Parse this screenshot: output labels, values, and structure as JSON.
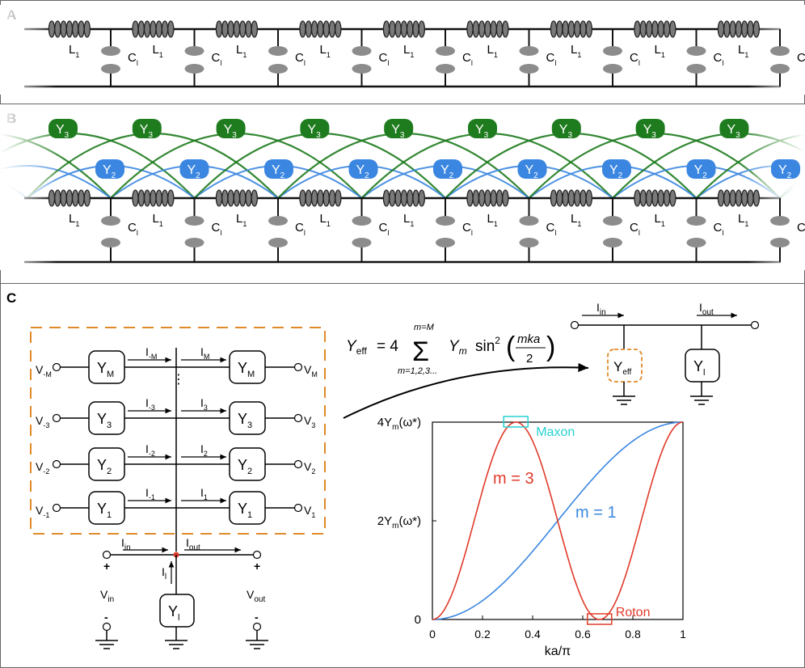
{
  "panels": {
    "a": {
      "label": "A"
    },
    "b": {
      "label": "B"
    },
    "c": {
      "label": "C"
    }
  },
  "components": {
    "inductor_main": "L",
    "inductor_sub": "1",
    "capacitor_main": "C",
    "capacitor_sub": "l",
    "y2_main": "Y",
    "y2_sub": "2",
    "y3_main": "Y",
    "y3_sub": "3"
  },
  "colors": {
    "green": "#1e7b1e",
    "blue": "#3a86e0",
    "orange": "#e08a2a",
    "red": "#e03a2a",
    "cyan": "#2ad1d1",
    "gray": "#888888"
  },
  "panel_c": {
    "nodes_left": [
      {
        "main": "V",
        "sub": "-M"
      },
      {
        "main": "V",
        "sub": "-3"
      },
      {
        "main": "V",
        "sub": "-2"
      },
      {
        "main": "V",
        "sub": "-1"
      }
    ],
    "nodes_right": [
      {
        "main": "V",
        "sub": "M"
      },
      {
        "main": "V",
        "sub": "3"
      },
      {
        "main": "V",
        "sub": "2"
      },
      {
        "main": "V",
        "sub": "1"
      }
    ],
    "boxes": [
      {
        "main": "Y",
        "sub": "M"
      },
      {
        "main": "Y",
        "sub": "3"
      },
      {
        "main": "Y",
        "sub": "2"
      },
      {
        "main": "Y",
        "sub": "1"
      }
    ],
    "currents_left": [
      {
        "main": "I",
        "sub": "-M"
      },
      {
        "main": "I",
        "sub": "-3"
      },
      {
        "main": "I",
        "sub": "-2"
      },
      {
        "main": "I",
        "sub": "-1"
      }
    ],
    "currents_right": [
      {
        "main": "I",
        "sub": "M"
      },
      {
        "main": "I",
        "sub": "3"
      },
      {
        "main": "I",
        "sub": "2"
      },
      {
        "main": "I",
        "sub": "1"
      }
    ],
    "dots": "⋮",
    "i_in": {
      "main": "I",
      "sub": "in"
    },
    "i_out": {
      "main": "I",
      "sub": "out"
    },
    "i_l": {
      "main": "I",
      "sub": "l"
    },
    "v_in": {
      "main": "V",
      "sub": "in"
    },
    "v_out": {
      "main": "V",
      "sub": "out"
    },
    "plus": "+",
    "minus": "-",
    "y_l": {
      "main": "Y",
      "sub": "l"
    },
    "y_eff": {
      "main": "Y",
      "sub": "eff"
    }
  },
  "equation": {
    "lhs_main": "Y",
    "lhs_sub": "eff",
    "eq": "= 4",
    "sum_top": "m=M",
    "sum_bottom": "m=1,2,3...",
    "sigma": "Σ",
    "term": "Y",
    "term_sub": "m",
    "sin": "sin",
    "sin_sup": "2",
    "frac_num": "mka",
    "frac_den": "2"
  },
  "chart_data": {
    "type": "line",
    "xlabel": "ka/π",
    "xlim": [
      0,
      1
    ],
    "ylim": [
      0,
      4
    ],
    "x_ticks": [
      "0",
      "0.2",
      "0.4",
      "0.6",
      "0.8",
      "1"
    ],
    "y_ticks": [
      {
        "value": 0,
        "label": "0"
      },
      {
        "value": 2,
        "label": "2Y"
      },
      {
        "value": 4,
        "label": "4Y"
      }
    ],
    "y_tick_sub": "m",
    "y_tick_arg": "(ω*)",
    "series": [
      {
        "name": "m = 1",
        "m": 1,
        "color": "#3a86e0"
      },
      {
        "name": "m = 3",
        "m": 3,
        "color": "#e03a2a"
      }
    ],
    "annotations": [
      {
        "text": "Maxon",
        "x": 0.333,
        "y": 4,
        "color": "#2ad1d1"
      },
      {
        "text": "Roton",
        "x": 0.667,
        "y": 0,
        "color": "#e03a2a"
      }
    ]
  }
}
